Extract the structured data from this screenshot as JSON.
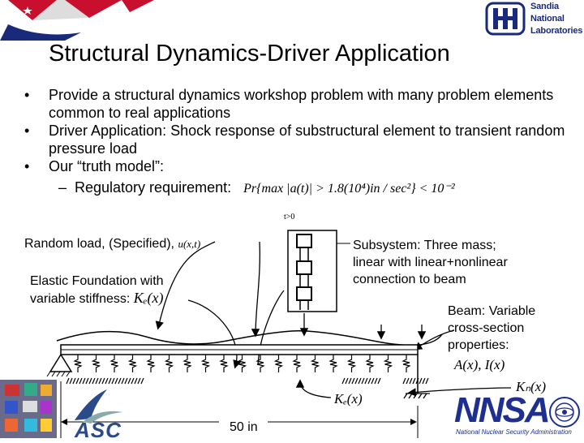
{
  "title": "Structural Dynamics-Driver Application",
  "bullets": [
    {
      "text": "Provide a structural dynamics workshop problem with many problem elements common to real applications"
    },
    {
      "text": "Driver Application: Shock response of substructural element to transient random pressure load"
    },
    {
      "text": "Our “truth model”:"
    }
  ],
  "sub_bullet": "Regulatory requirement:",
  "formula": "Pr{max |a(t)| > 1.8(10⁴)in / sec²} < 10⁻²",
  "formula_subscript": "t>0",
  "labels": {
    "random_load": "Random load, (Specified),",
    "random_load_math": "u(x,t)",
    "elastic_1": "Elastic Foundation with",
    "elastic_2": "variable stiffness:",
    "elastic_math": "Kₑ(x)",
    "subsystem": [
      "Subsystem: Three mass;",
      "linear with linear+nonlinear",
      "connection to beam"
    ],
    "beam": [
      "Beam: Variable",
      "cross-section",
      "properties:"
    ],
    "beam_math": "A(x), I(x)",
    "kb_math": "Kₙ(x)",
    "kf_math": "Kₑ(x)",
    "span": "50 in"
  },
  "logos": {
    "sandia": [
      "Sandia",
      "National",
      "Laboratories"
    ],
    "asc": "ASC",
    "nnsa": "NNSA",
    "nnsa_sub": "National Nuclear Security Administration"
  },
  "colors": {
    "sandia_blue": "#1a2a7a",
    "nnsa_blue": "#1f2f8f",
    "flag_red": "#c8102e",
    "asc_blue": "#2a4a8a"
  }
}
